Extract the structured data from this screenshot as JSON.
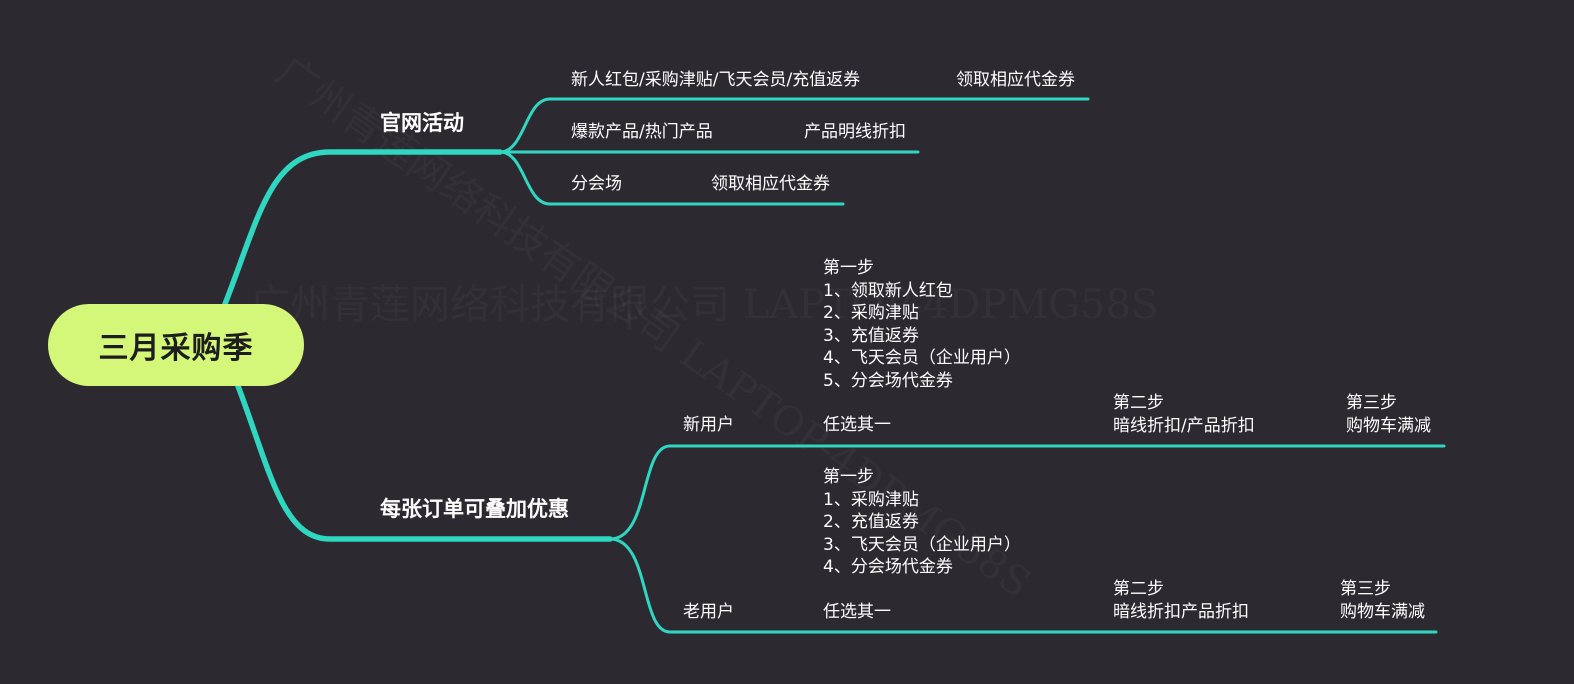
{
  "colors": {
    "background": "#2d2930",
    "line": "#2fd6c0",
    "root_fill": "#d4f77a",
    "root_text": "#1d1d1d",
    "text": "#ffffff"
  },
  "watermark": {
    "line1": "广州青莲网络科技有限公司 LAPTOP-4DPMG58S",
    "line2": "广州青莲网络科技有限公司 LAPTOP-4DPMG58S"
  },
  "root": {
    "label": "三月采购季"
  },
  "branches": {
    "guanwang": {
      "label": "官网活动",
      "items": [
        {
          "label": "新人红包/采购津贴/飞天会员/充值返券",
          "result": "领取相应代金券"
        },
        {
          "label": "爆款产品/热门产品",
          "result": "产品明线折扣"
        },
        {
          "label": "分会场",
          "result": "领取相应代金券"
        }
      ]
    },
    "order": {
      "label": "每张订单可叠加优惠",
      "new_user": {
        "label": "新用户",
        "choose": "任选其一",
        "step1": "第一步\n1、领取新人红包\n2、采购津贴\n3、充值返券\n4、飞天会员（企业用户）\n5、分会场代金券",
        "step2": "第二步\n暗线折扣/产品折扣",
        "step3": "第三步\n购物车满减"
      },
      "old_user": {
        "label": "老用户",
        "choose": "任选其一",
        "step1": "第一步\n1、采购津贴\n2、充值返券\n3、飞天会员（企业用户）\n4、分会场代金券",
        "step2": "第二步\n暗线折扣产品折扣",
        "step3": "第三步\n购物车满减"
      }
    }
  }
}
